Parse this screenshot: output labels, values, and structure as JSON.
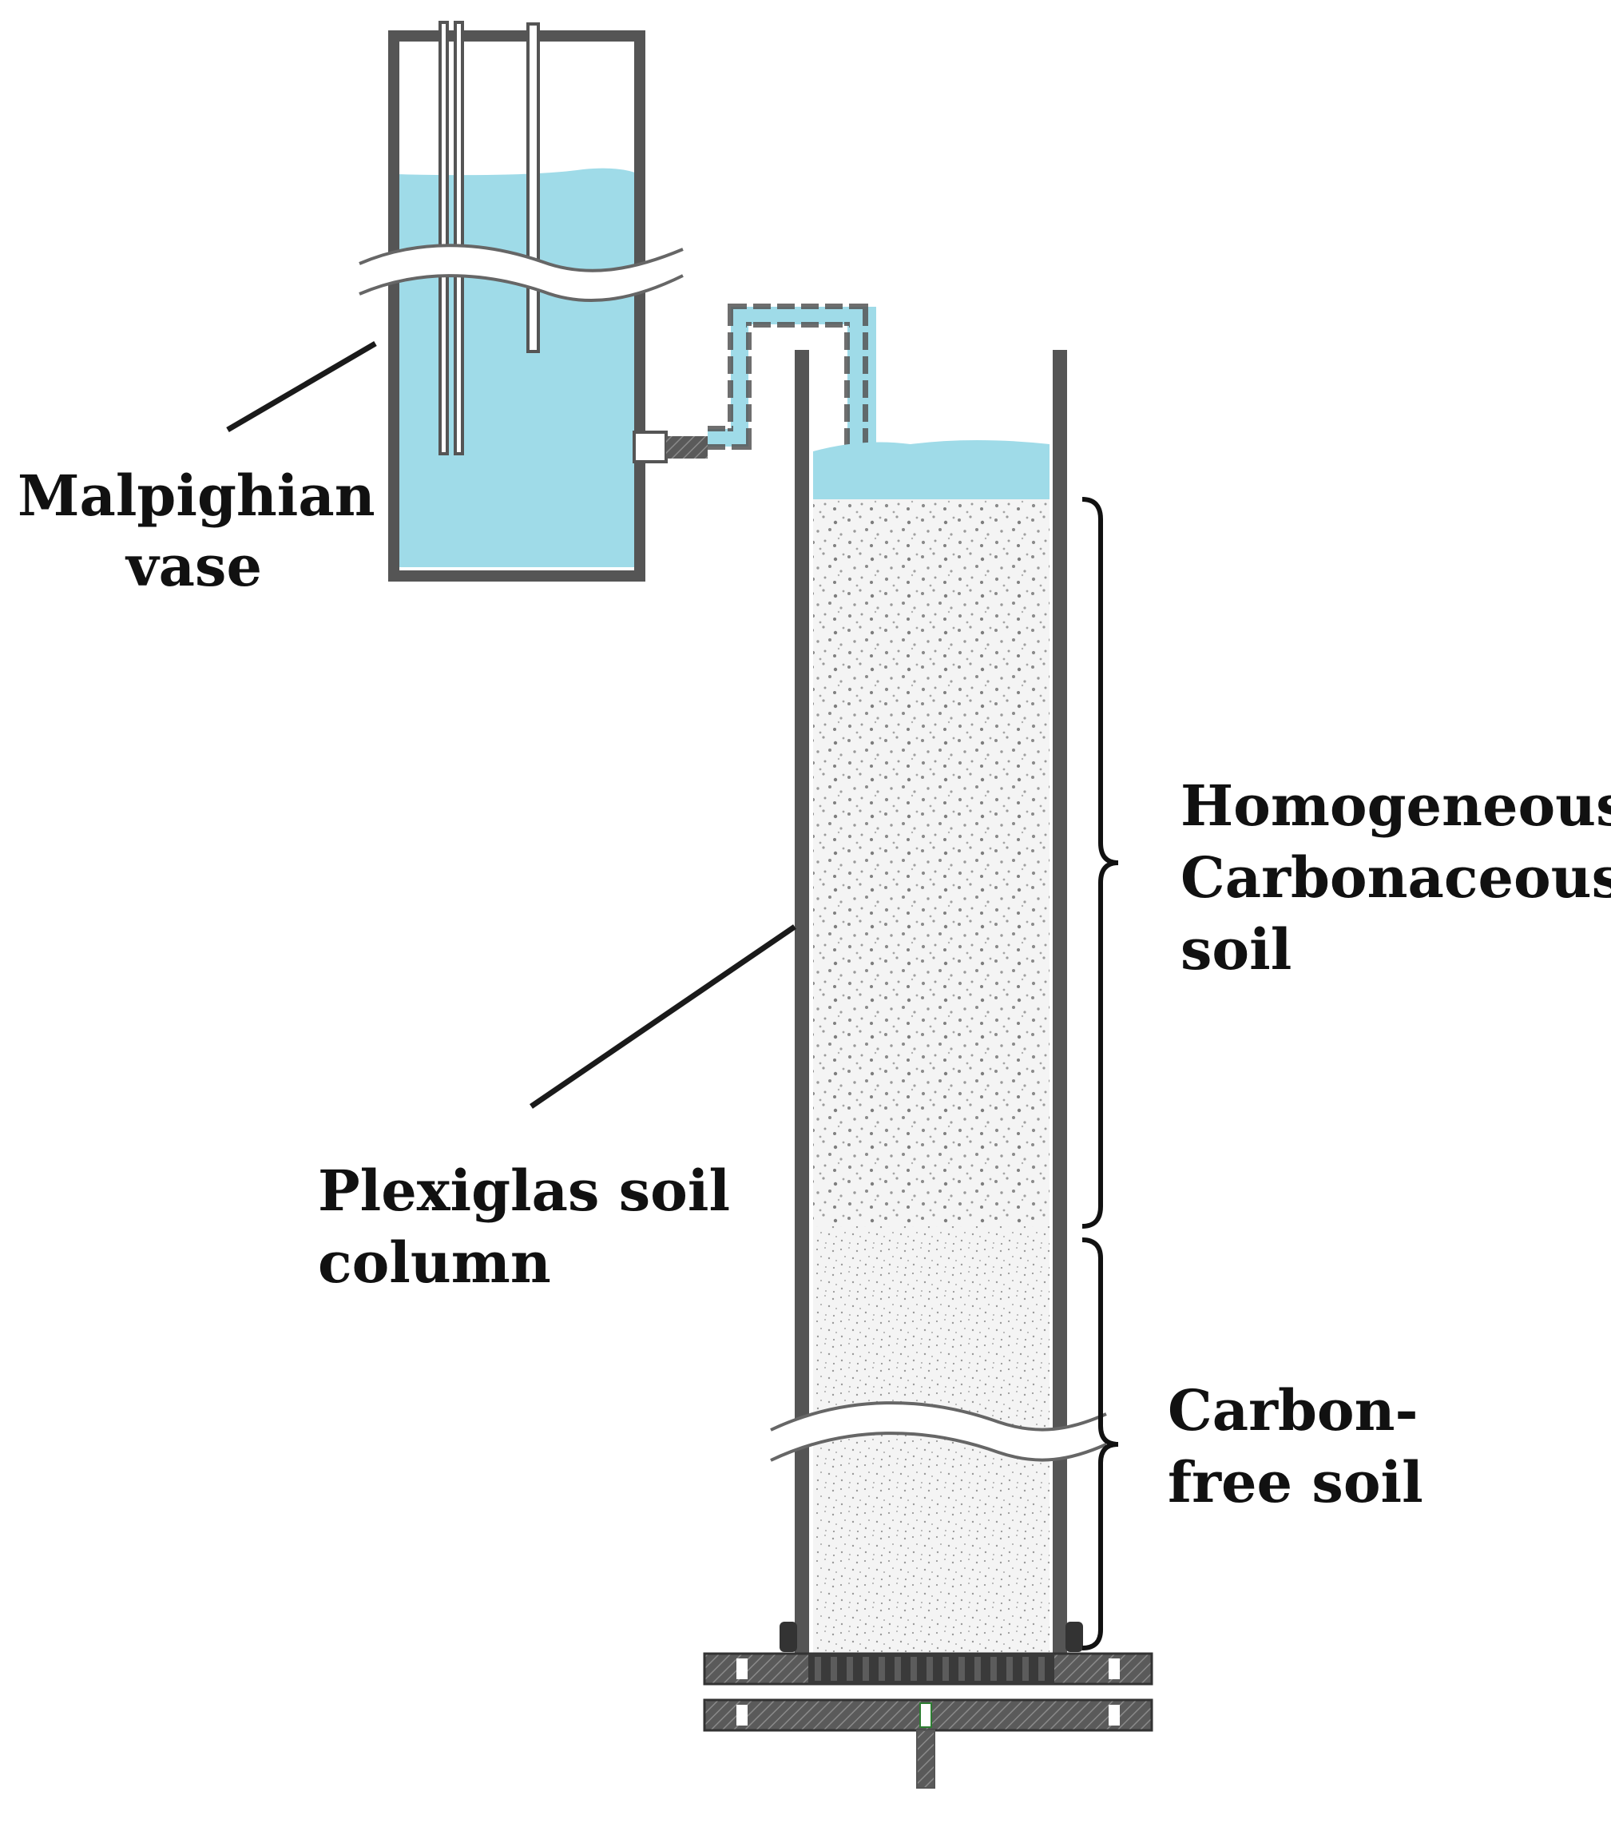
{
  "labels": {
    "vase_line1": "Malpighian",
    "vase_line2": "vase",
    "column_line1": "Plexiglas soil",
    "column_line2": "column",
    "homog_line1": "Homogeneous",
    "homog_line2": "Carbonaceous",
    "homog_line3": "soil",
    "free_line1": "Carbon-",
    "free_line2": "free soil"
  },
  "colors": {
    "water": "#9fdbe8",
    "wall": "#555555",
    "soil_background": "#f4f4f4",
    "soil_speckle": "#8a8a8a",
    "leader_line": "#1a1a1a",
    "text": "#111111"
  }
}
